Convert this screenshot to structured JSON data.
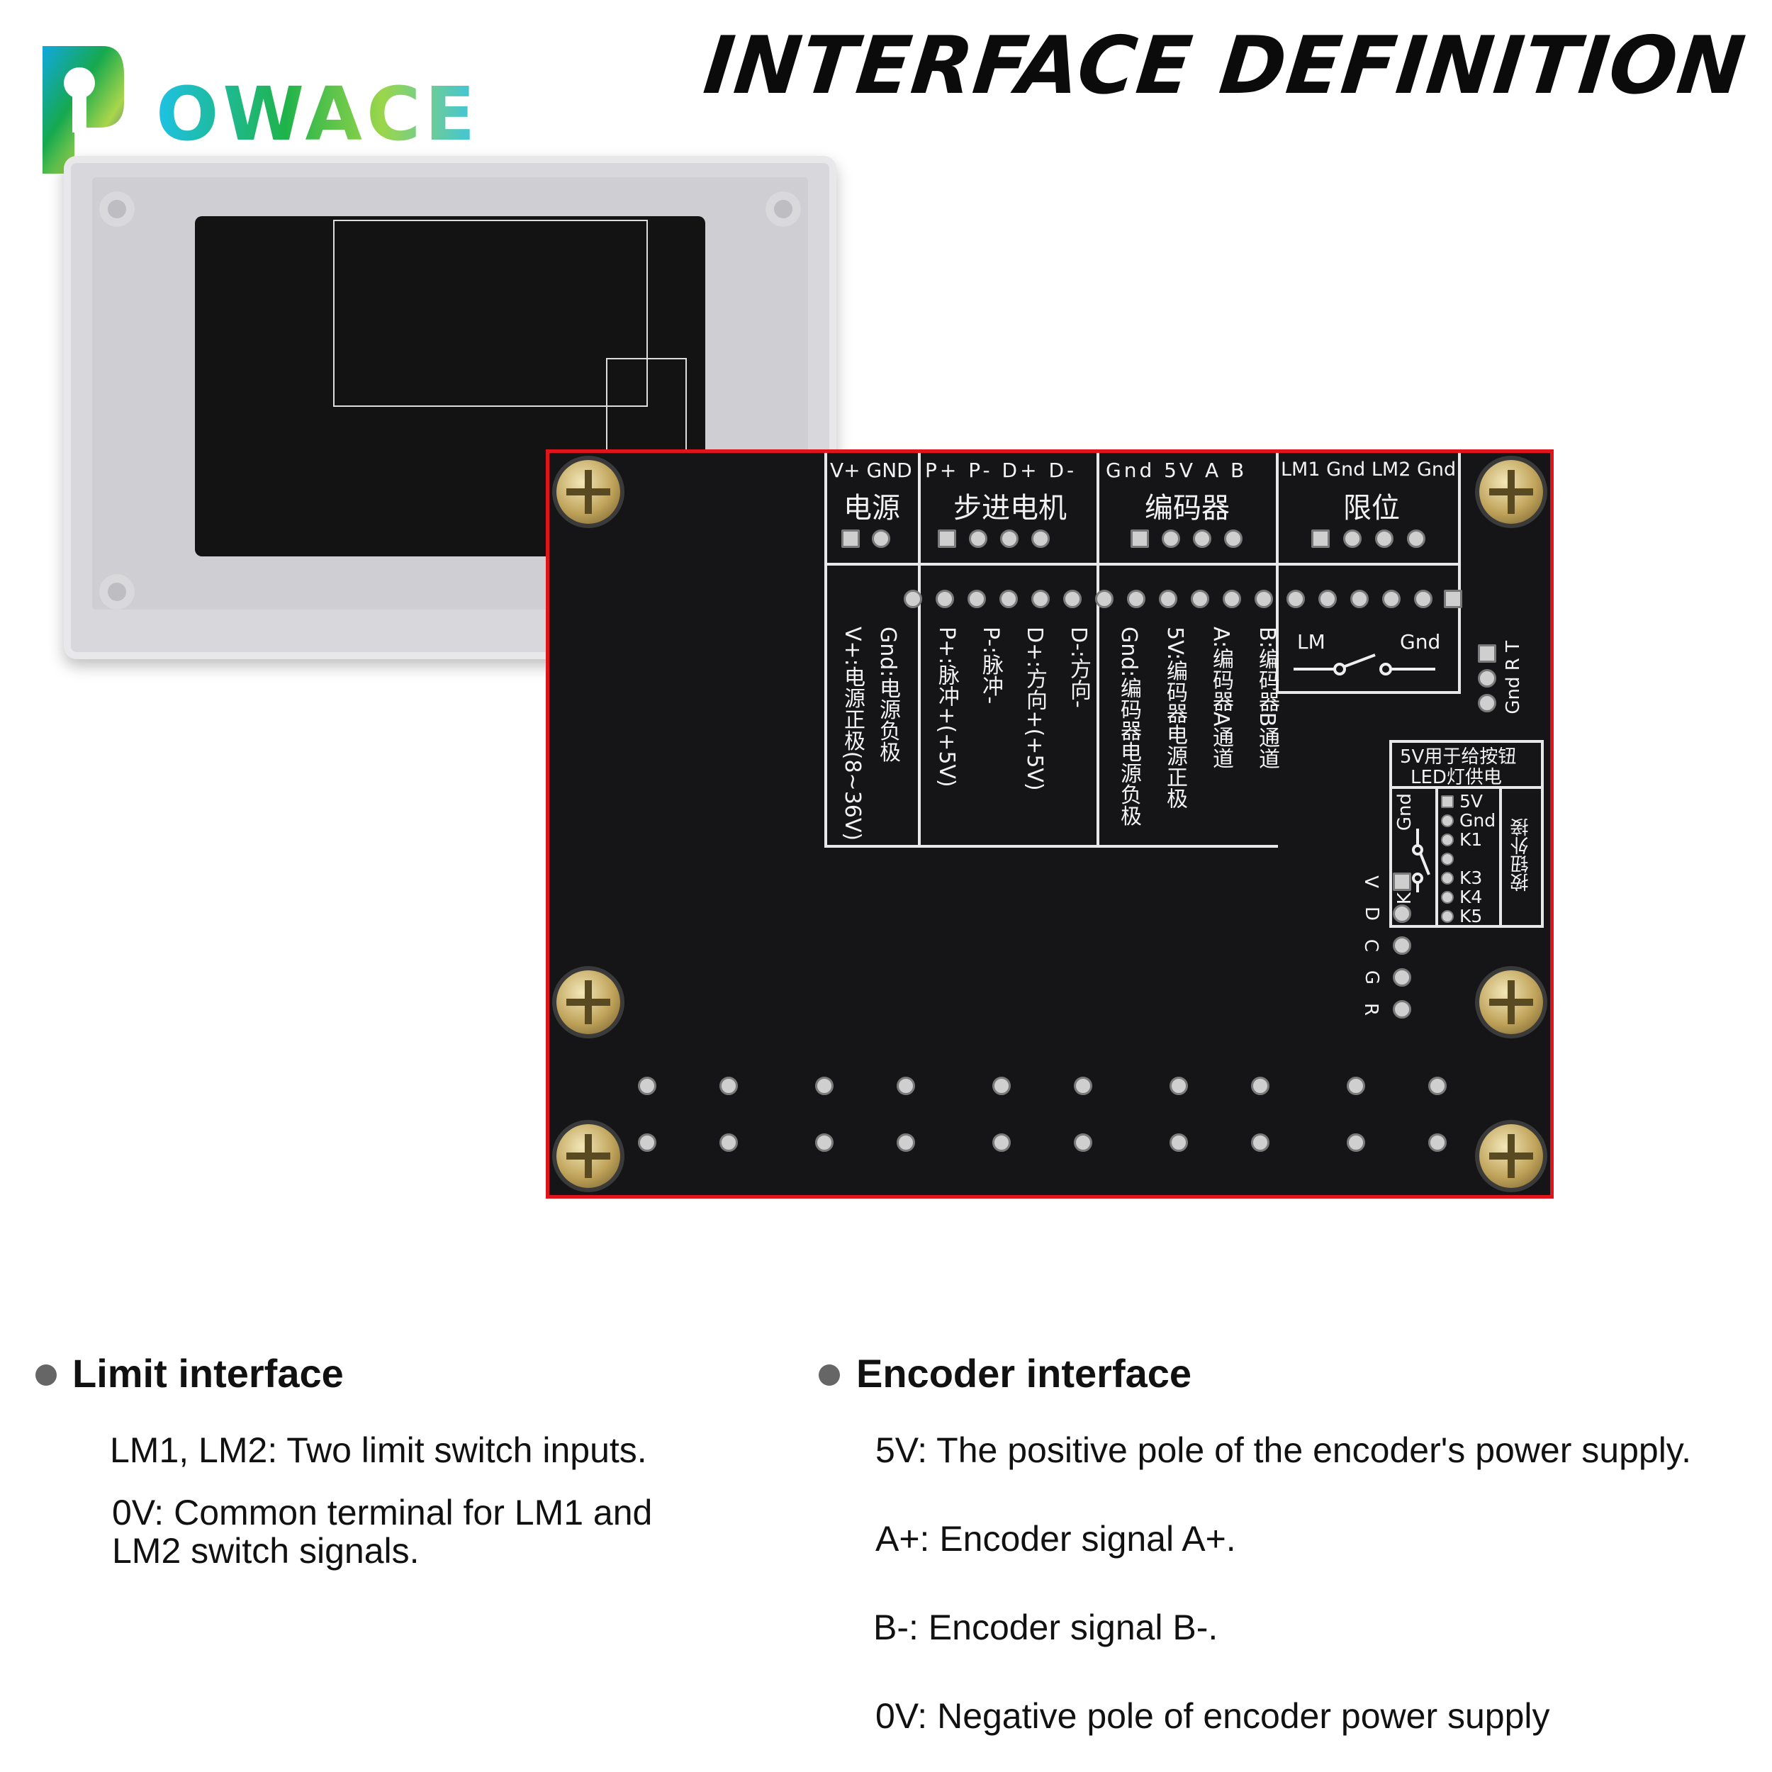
{
  "header": {
    "logo_text": "OWACE",
    "title": "INTERFACE DEFINITION"
  },
  "board": {
    "power_header": "V+ GND",
    "power_label": "电源",
    "stepper_header": "P+  P-  D+  D-",
    "stepper_label": "步进电机",
    "encoder_header": "Gnd 5V  A  B",
    "encoder_label": "编码器",
    "limit_header": "LM1 Gnd LM2 Gnd",
    "limit_label": "限位",
    "pin_descriptions": [
      "V+:电源正极(8~36V)",
      "Gnd:电源负极",
      "P+:脉冲+(+5V)",
      "P-:脉冲-",
      "D+:方向+(+5V)",
      "D-:方向-",
      "Gnd:编码器电源负极",
      "5V:编码器电源正极",
      "A:编码器A通道",
      "B:编码器B通道"
    ],
    "limit_switch_lm": "LM",
    "limit_switch_gnd": "Gnd",
    "grt": "Gnd R T",
    "button_box_title_1": "5V用于给按钮",
    "button_box_title_2": "LED灯供电",
    "button_pins": [
      "5V",
      "Gnd",
      "K1",
      "",
      "K3",
      "K4",
      "K5"
    ],
    "button_gnd": "Gnd",
    "button_k": "K",
    "button_ext": "按钮外接",
    "vdcgr": [
      "V",
      "D",
      "C",
      "G",
      "R"
    ]
  },
  "sections": {
    "limit": {
      "heading": "Limit interface",
      "lines": [
        "LM1, LM2: Two limit switch inputs.",
        "0V: Common terminal for LM1 and",
        "LM2 switch signals."
      ]
    },
    "encoder": {
      "heading": "Encoder interface",
      "lines": [
        "5V: The positive pole of the encoder's power supply.",
        "A+: Encoder signal A+.",
        "B-: Encoder signal B-.",
        "0V: Negative pole of encoder power supply"
      ]
    }
  },
  "colors": {
    "highlight_frame": "#e0151b",
    "bullet": "#666666"
  }
}
